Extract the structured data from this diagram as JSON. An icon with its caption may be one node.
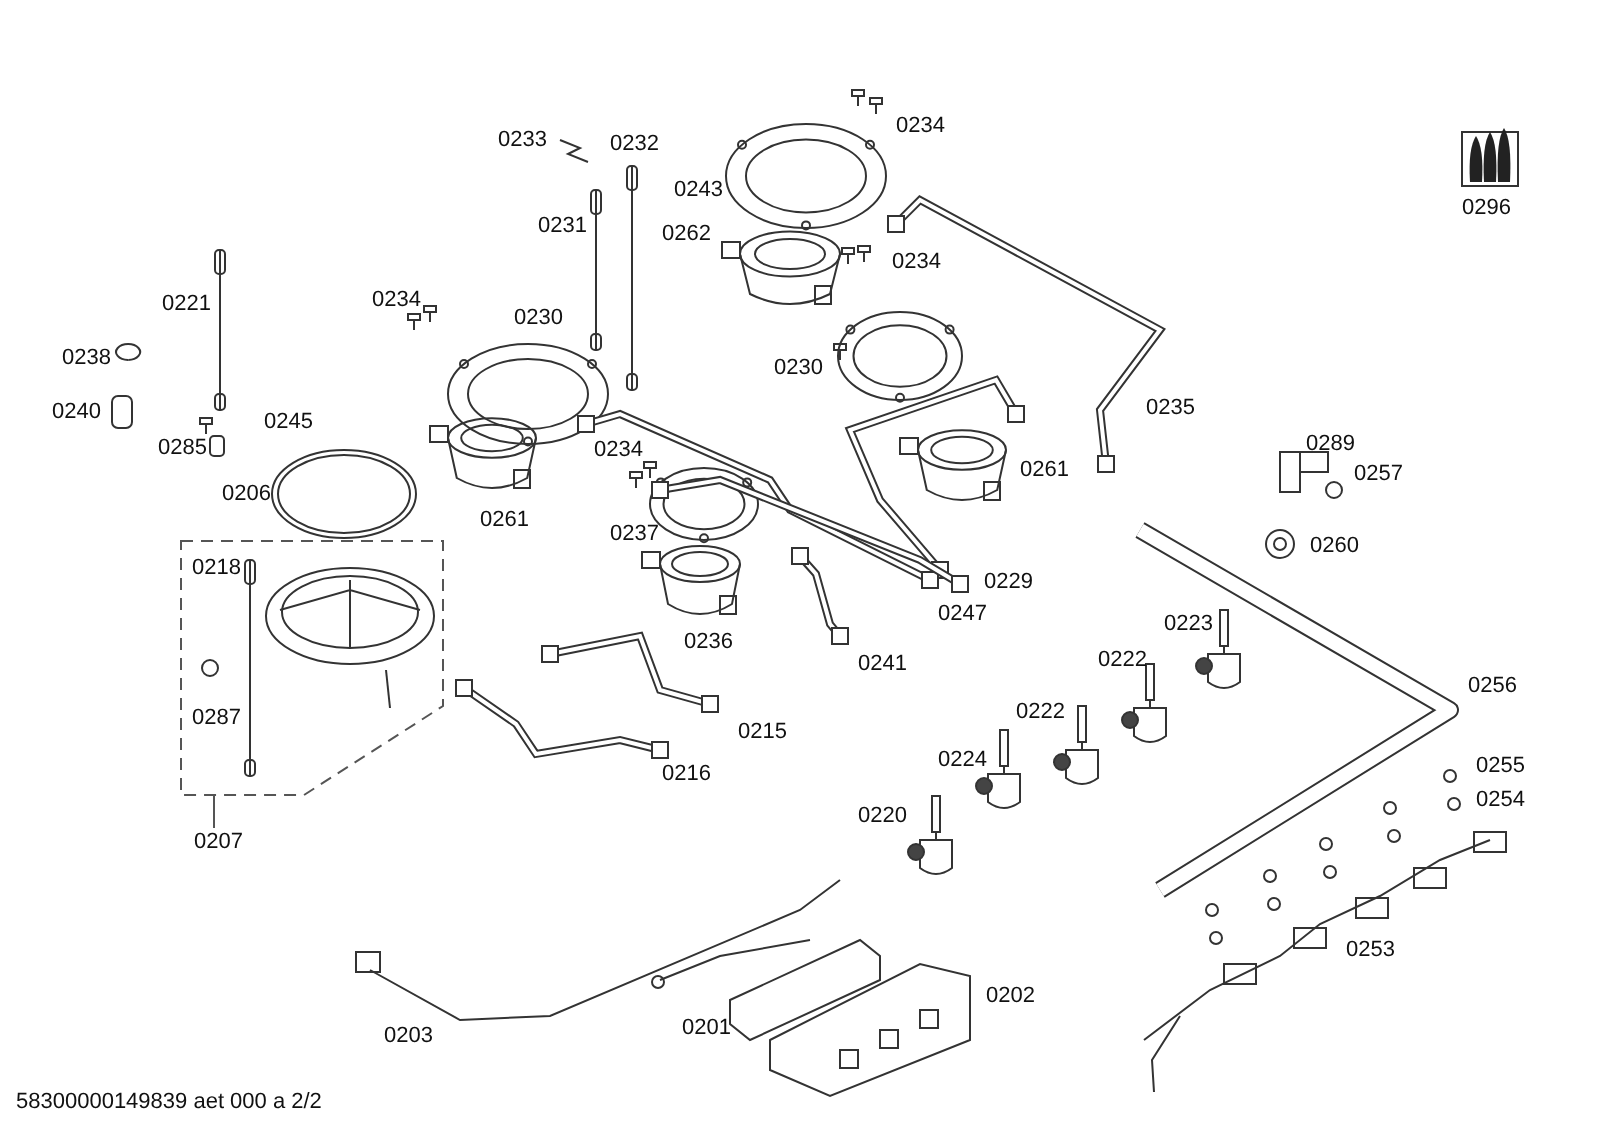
{
  "diagram": {
    "nodes": [
      {
        "text": [],
        "shape": "box"
      },
      {
        "text": [
          "0207"
        ]
      }
    ],
    "edges": [
      {
        "from": 1,
        "to": 0,
        "arrow": "none"
      }
    ],
    "labels": [
      "0233",
      "0232",
      "0234",
      "0243",
      "0296",
      "0231",
      "0262",
      "0234",
      "0221",
      "0234",
      "0230",
      "0238",
      "0230",
      "0240",
      "0235",
      "0285",
      "0245",
      "0234",
      "0289",
      "0257",
      "0206",
      "0261",
      "0261",
      "0237",
      "0260",
      "0218",
      "0229",
      "0247",
      "0236",
      "0223",
      "0241",
      "0222",
      "0256",
      "0215",
      "0287",
      "0222",
      "0216",
      "0224",
      "0255",
      "0254",
      "0220",
      "0253",
      "0202",
      "0201",
      "0203",
      "58300000149839 aet 000 a 2/2"
    ]
  }
}
